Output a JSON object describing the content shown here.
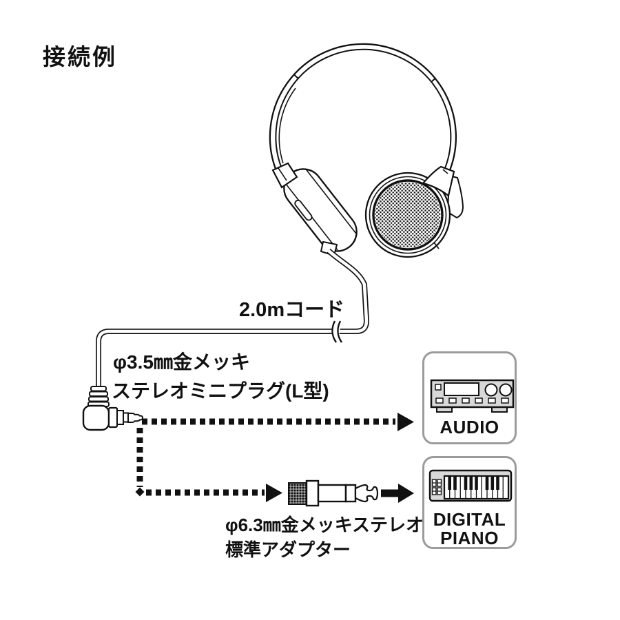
{
  "title": "接続例",
  "headphones": {
    "icon": "headphones-icon",
    "cord_label": "2.0mコード"
  },
  "plug": {
    "icon": "mini-plug-L-icon",
    "label_line1": "φ3.5㎜金メッキ",
    "label_line2": "ステレオミニプラグ(L型)"
  },
  "adapter": {
    "icon": "phone-plug-adapter-icon",
    "label_line1": "φ6.3㎜金メッキステレオ",
    "label_line2": "標準アダプター"
  },
  "devices": [
    {
      "label": "AUDIO",
      "icon": "stereo-receiver-icon"
    },
    {
      "label_line1": "DIGITAL",
      "label_line2": "PIANO",
      "icon": "piano-keyboard-icon"
    }
  ],
  "connections": [
    {
      "from": "mini-plug",
      "to": "AUDIO",
      "style": "dashed-arrow"
    },
    {
      "from": "mini-plug",
      "via": "adapter",
      "to": "DIGITAL PIANO",
      "style": "dashed-arrow"
    }
  ],
  "colors": {
    "ink": "#111111",
    "box_border": "#9b9b9b",
    "device_fill": "#d8d8d8",
    "background": "#ffffff"
  }
}
